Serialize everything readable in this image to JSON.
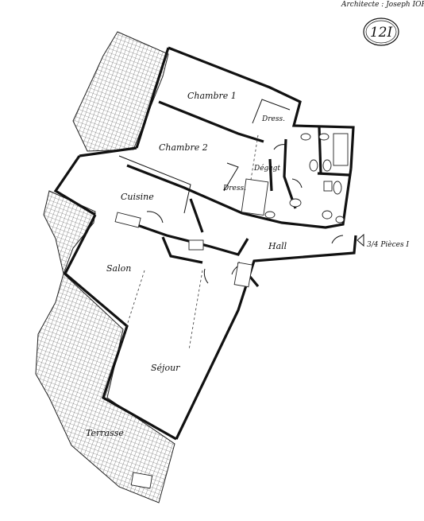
{
  "header": {
    "architect": "Architecte : Joseph  IORI",
    "lot_number": "12I"
  },
  "rooms": {
    "chambre1": "Chambre 1",
    "chambre2": "Chambre 2",
    "dress1": "Dress.",
    "dress2": "Dress.",
    "degagt": "Dégagt",
    "cuisine": "Cuisine",
    "hall": "Hall",
    "salon": "Salon",
    "sejour": "Séjour",
    "terrasse": "Terrasse"
  },
  "entrance_label": "3/4 Pièces I",
  "colors": {
    "ink": "#111111",
    "terrace_fill": "url-pattern-grid"
  }
}
